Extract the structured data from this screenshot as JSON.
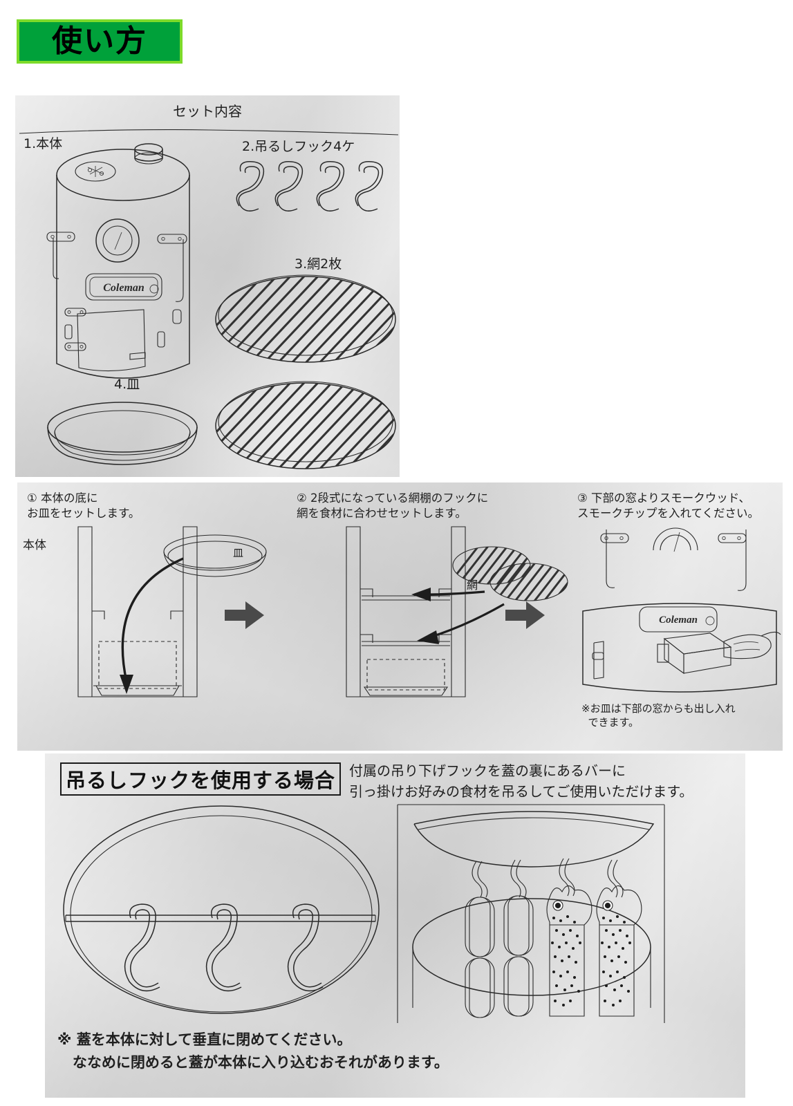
{
  "header": {
    "title": "使い方",
    "badge_bg": "#00a13a",
    "badge_border": "#7ddb2a"
  },
  "panel_set_contents": {
    "title": "セット内容",
    "items": [
      {
        "label": "1.本体",
        "icon": "smoker-body-illustration"
      },
      {
        "label": "2.吊るしフック4ケ",
        "icon": "s-hook-illustration"
      },
      {
        "label": "3.網2枚",
        "icon": "grill-grate-illustration"
      },
      {
        "label": "4.皿",
        "icon": "drip-plate-illustration"
      }
    ],
    "brand_logo": "Coleman"
  },
  "panel_steps": {
    "steps": [
      {
        "number": "①",
        "text": "本体の底に\nお皿をセットします。",
        "labels": [
          "本体",
          "皿"
        ]
      },
      {
        "number": "②",
        "text": "2段式になっている網棚のフックに\n網を食材に合わせセットします。",
        "labels": [
          "網"
        ]
      },
      {
        "number": "③",
        "text": "下部の窓よりスモークウッド、\nスモークチップを入れてください。",
        "labels": [],
        "note": "※お皿は下部の窓からも出し入れ\n  できます。",
        "brand_logo": "Coleman"
      }
    ],
    "arrow_icon": "right-arrow-icon",
    "arrow_color": "#4a4a4a"
  },
  "panel_hanging_hooks": {
    "boxed_title": "吊るしフックを使用する場合",
    "description": "付属の吊り下げフックを蓋の裏にあるバーに\n引っ掛けお好みの食材を吊るしてご使用いただけます。",
    "left_illustration": "lid-underside-with-three-s-hooks",
    "right_illustration": "food-hanging-from-hooks-inside-smoker",
    "warning": "※ 蓋を本体に対して垂直に閉めてください。\n   ななめに閉めると蓋が本体に入り込むおそれがあります。"
  }
}
